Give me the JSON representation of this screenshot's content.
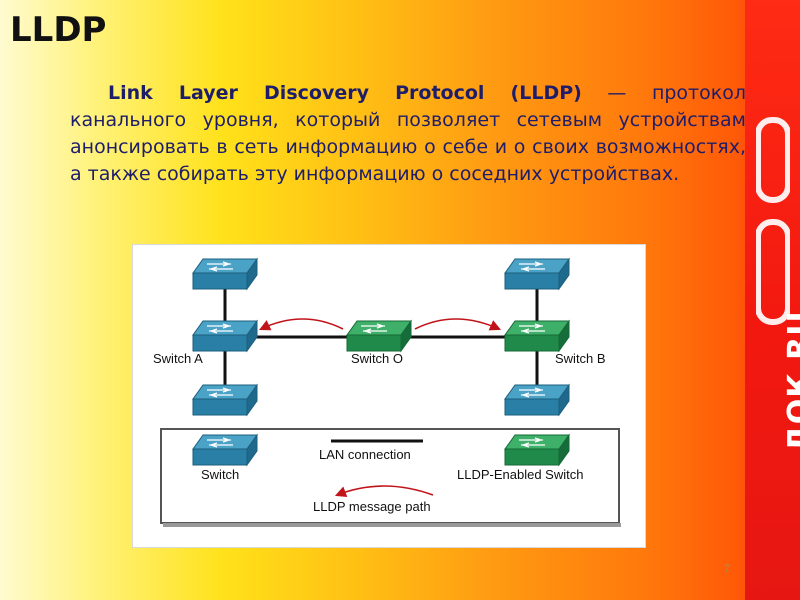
{
  "slide": {
    "title": "LLDP",
    "body_bold": "Link Layer Discovery Protocol (LLDP)",
    "body_rest": " — протокол канального уровня, который позволяет сетевым устройствам анонсировать в сеть информацию о себе и о своих возможностях, а также собирать эту информацию о соседних устройствах.",
    "page_number": "7",
    "watermark_text": "ДОК.RU"
  },
  "diagram": {
    "labels": {
      "switch_a": "Switch A",
      "switch_o": "Switch O",
      "switch_b": "Switch B"
    },
    "legend": {
      "switch": "Switch",
      "lan_connection": "LAN connection",
      "lldp_enabled_switch": "LLDP-Enabled Switch",
      "lldp_message_path": "LLDP message path"
    },
    "colors": {
      "switch_blue": "#2a7fa6",
      "switch_green": "#1f8a4a",
      "arrow_red": "#c0141a"
    }
  }
}
